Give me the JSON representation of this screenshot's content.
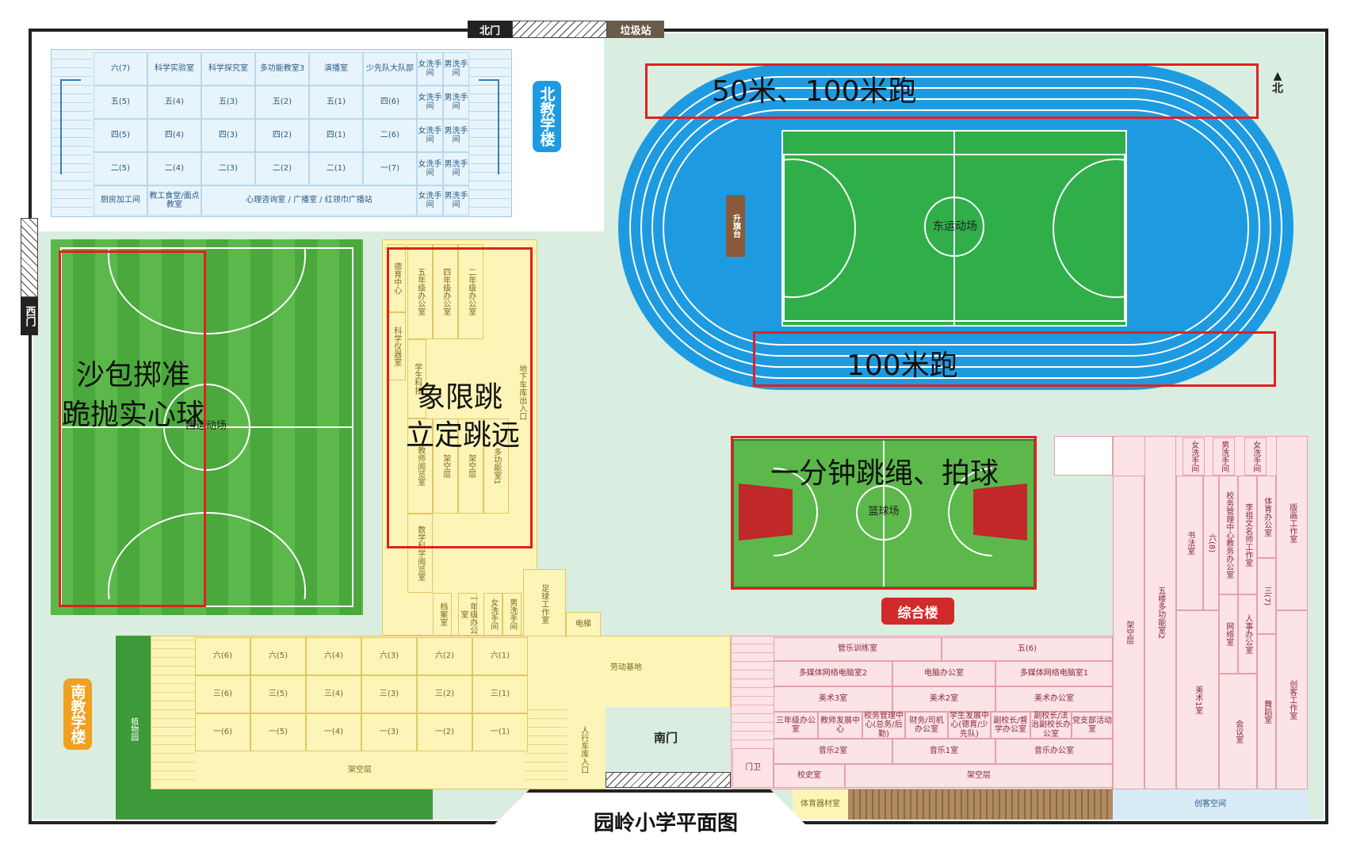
{
  "title": "园岭小学平面图",
  "gates": {
    "north": "北门",
    "garbage": "垃圾站",
    "west": "西门",
    "south": "南门",
    "guard": "门卫"
  },
  "compass": "北",
  "buildings": {
    "north": "北教学楼",
    "south": "南教学楼",
    "complex": "综合楼",
    "flag": "升旗台",
    "east_field": "东运动场",
    "west_field": "西运动场",
    "basketball": "篮球场",
    "planting": "植物园",
    "labor": "劳动基地",
    "elevator": "电梯",
    "football_office": "足球工作室",
    "pedestrian_garage": "人行车库入口",
    "garage_exit": "地下车库出入口",
    "pe_storage": "体育器材室",
    "creative_space": "创客空间"
  },
  "north_rows": [
    [
      "六(7)",
      "科学实验室",
      "科学探究室",
      "多功能教室3",
      "演播室",
      "少先队大队部",
      "女洗手间",
      "男洗手间"
    ],
    [
      "五(5)",
      "五(4)",
      "五(3)",
      "五(2)",
      "五(1)",
      "四(6)",
      "女洗手间",
      "男洗手间"
    ],
    [
      "四(5)",
      "四(4)",
      "四(3)",
      "四(2)",
      "四(1)",
      "二(6)",
      "女洗手间",
      "男洗手间"
    ],
    [
      "二(5)",
      "二(4)",
      "二(3)",
      "二(2)",
      "二(1)",
      "一(7)",
      "女洗手间",
      "男洗手间"
    ]
  ],
  "north_bottom": [
    "厨房加工间",
    "教工食堂/面点教室",
    "心理咨询室 / 广播室 / 红领巾广播站",
    "女洗手间",
    "男洗手间"
  ],
  "yellow_cols": [
    "德育中心",
    "科学仪器室",
    "五年级办公室",
    "四年级办公室",
    "二年级办公室",
    "学生科技",
    "教师阅览室",
    "架空层",
    "架空层",
    "多功能室1",
    "数学科学阅览室",
    "档案室",
    "一年级办公室",
    "女洗手间",
    "男洗手间"
  ],
  "south_rows": [
    [
      "六(6)",
      "六(5)",
      "六(4)",
      "六(3)",
      "六(2)",
      "六(1)"
    ],
    [
      "三(6)",
      "三(5)",
      "三(4)",
      "三(3)",
      "三(2)",
      "三(1)"
    ],
    [
      "一(6)",
      "一(5)",
      "一(4)",
      "一(3)",
      "一(2)",
      "一(1)"
    ]
  ],
  "south_bottom": "架空层",
  "complex_rooms": {
    "music_train": "管乐训练室",
    "five6": "五(6)",
    "media2": "多媒体网络电脑室2",
    "computer_office": "电脑办公室",
    "media1": "多媒体网络电脑室1",
    "art3": "美术3室",
    "art2": "美术2室",
    "art_office": "美术办公室",
    "grade3": "三年级办公室",
    "teacher_dev": "教师发展中心",
    "school_mgmt": "校务管理中心(总务/后勤)",
    "finance": "财务/司机办公室",
    "student_dev": "学生发展中心(德育/少先队)",
    "vp": "副校长/督学办公室",
    "vp2": "副校长/法治副校长办公室",
    "party": "党支部活动室",
    "music2": "音乐2室",
    "music1": "音乐1室",
    "music_office": "音乐办公室",
    "history": "校史室",
    "open": "架空层",
    "open_v": "架空层",
    "multi2": "五楼多功能室2",
    "calligraphy": "书法室",
    "six8": "六(8)",
    "art1": "美术1室",
    "school_mgmt2": "校务管理中心教务办公室",
    "famous": "李祖文名师工作室",
    "hr": "人事办公室",
    "network": "网络室",
    "meeting": "会议室",
    "pe_office": "体育办公室",
    "three7": "三(7)",
    "dance": "舞蹈室",
    "print": "版画工作室",
    "maker": "创客工作室",
    "w_wc": "女洗手间",
    "m_wc": "男洗手间",
    "w_wc2": "女洗手间"
  },
  "annotations": {
    "run_50_100": "50米、100米跑",
    "run_100": "100米跑",
    "sandbag": "沙包掷准",
    "solid_ball": "跪抛实心球",
    "hop": "象限跳",
    "long_jump": "立定跳远",
    "rope_ball": "一分钟跳绳、拍球"
  },
  "colors": {
    "track": "#1e9be0",
    "field": "#2fae4a",
    "building_blue": "#e8f4fb",
    "building_yellow": "#fdf4b8",
    "building_pink": "#fbe3e6",
    "ground": "#cde6d6",
    "highlight": "#e02020"
  }
}
